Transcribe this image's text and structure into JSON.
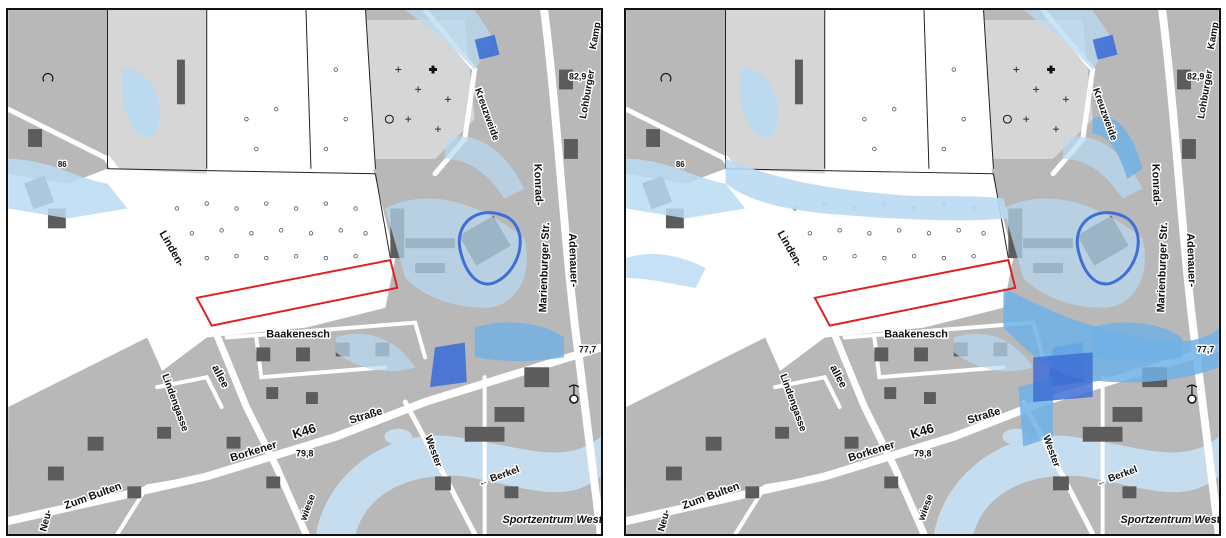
{
  "labels": {
    "lindenallee_top": "Linden-",
    "lindenallee_bottom": "allee",
    "baakenesch": "Baakenesch",
    "lindengasse": "Lindengasse",
    "borkener": "Borkener",
    "strasse": "Straße",
    "road_number": "K46",
    "elev_k46": "79,8",
    "zum_bulten": "Zum Bulten",
    "neu": "Neu-",
    "wiese": "wiese",
    "wester": "Wester",
    "berkel": "← Berkel",
    "sportzentrum": "Sportzentrum West",
    "konrad": "Konrad-",
    "adenauer": "Adenauer-",
    "marienburger": "Marienburger Str.",
    "lohburger": "Lohburger",
    "kamp": "Kamp",
    "elev_top": "82,9",
    "elev_right": "77,7",
    "elev_left": "86",
    "kreuzweide": "Kreuzweide"
  },
  "panels": [
    {
      "id": "left",
      "scenario": "extent-small"
    },
    {
      "id": "right",
      "scenario": "extent-large"
    }
  ],
  "colors": {
    "water_light": "#b8daf2",
    "water_medium": "#6fb0e6",
    "water_deep": "#3f6fd6",
    "settlement": "#b5b5b5",
    "building": "#5a5a5a",
    "road": "#ffffff",
    "site_outline": "#e0201e",
    "pond_outline": "#3f6fd6",
    "river": "#c2dcef"
  }
}
